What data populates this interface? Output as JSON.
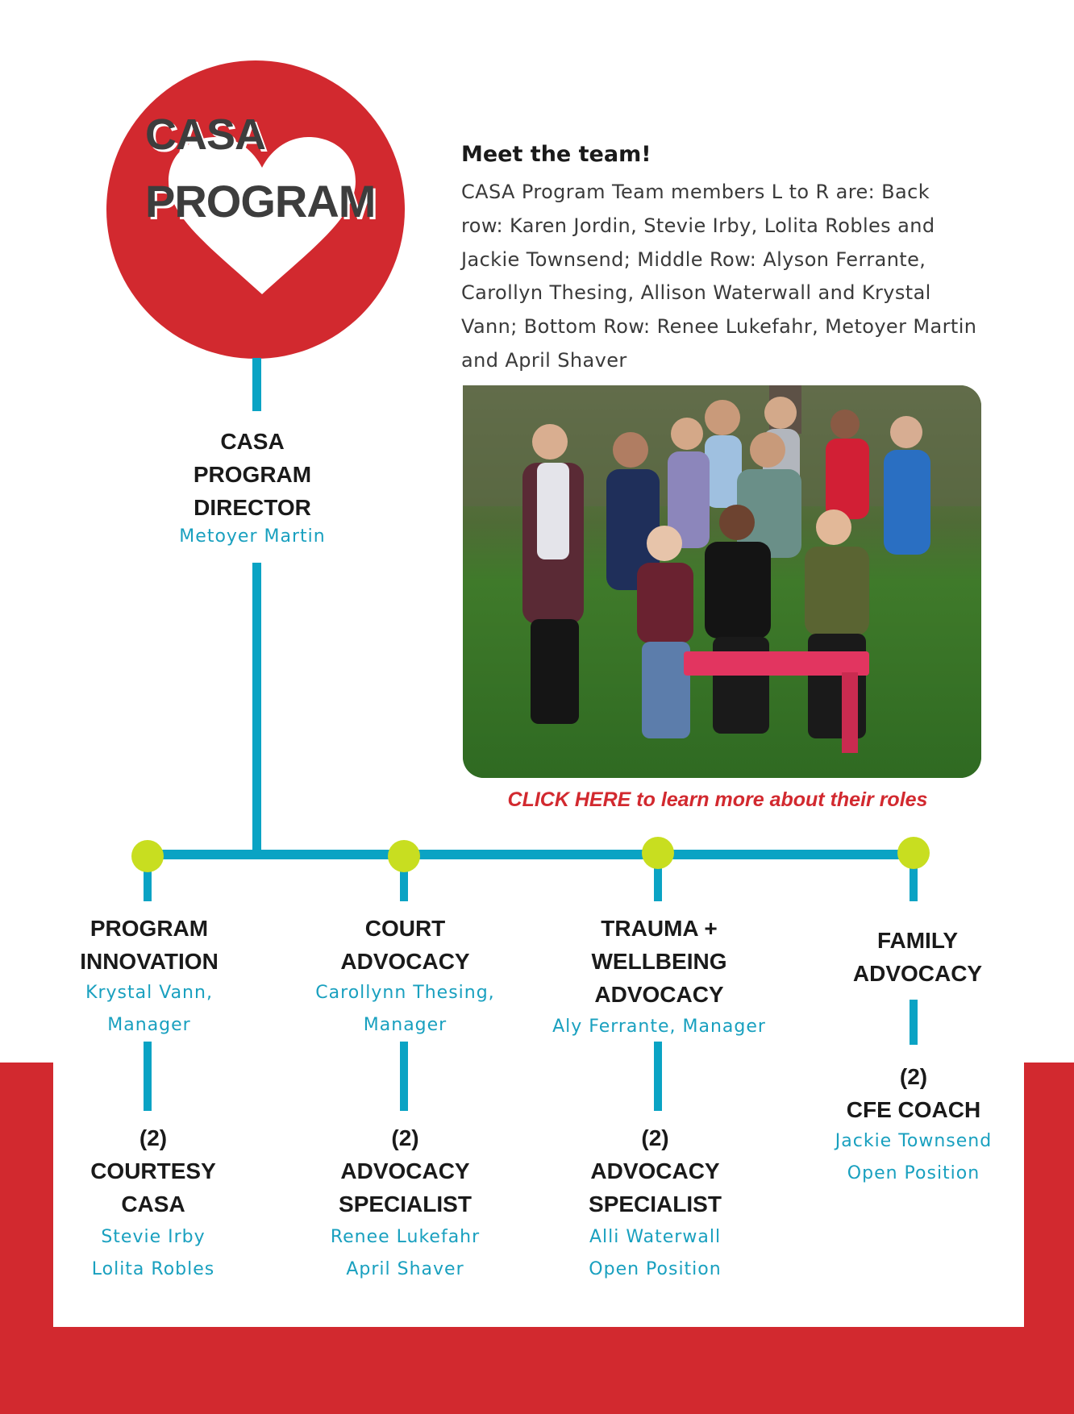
{
  "logo": {
    "line1": "CASA",
    "line2": "PROGRAM",
    "color": "#d2292f"
  },
  "intro": {
    "heading": "Meet the team!",
    "body": "CASA Program Team members L to R are: Back row: Karen Jordin, Stevie Irby, Lolita Robles and Jackie Townsend; Middle Row: Alyson Ferrante, Carollyn Thesing, Allison Waterwall and Krystal Vann; Bottom Row: Renee Lukefahr, Metoyer Martin and April Shaver",
    "link_strong": "CLICK HERE",
    "link_rest": " to learn more about their roles"
  },
  "director": {
    "title_lines": [
      "CASA",
      "PROGRAM",
      "DIRECTOR"
    ],
    "name": "Metoyer Martin"
  },
  "branches": [
    {
      "title_lines": [
        "PROGRAM",
        "INNOVATION"
      ],
      "manager_lines": [
        "Krystal Vann,",
        "Manager"
      ],
      "team": {
        "count": "(2)",
        "title_lines": [
          "COURTESY",
          "CASA"
        ],
        "members": [
          "Stevie Irby",
          "Lolita Robles"
        ]
      }
    },
    {
      "title_lines": [
        "COURT",
        "ADVOCACY"
      ],
      "manager_lines": [
        "Carollynn Thesing,",
        "Manager"
      ],
      "team": {
        "count": "(2)",
        "title_lines": [
          "ADVOCACY",
          "SPECIALIST"
        ],
        "members": [
          "Renee Lukefahr",
          "April Shaver"
        ]
      }
    },
    {
      "title_lines": [
        "TRAUMA +",
        "WELLBEING",
        "ADVOCACY"
      ],
      "manager_lines": [
        "Aly Ferrante, Manager"
      ],
      "team": {
        "count": "(2)",
        "title_lines": [
          "ADVOCACY",
          "SPECIALIST"
        ],
        "members": [
          "Alli Waterwall",
          "Open Position"
        ]
      }
    },
    {
      "title_lines": [
        "FAMILY",
        "ADVOCACY"
      ],
      "manager_lines": [],
      "team": {
        "count": "(2)",
        "title_lines": [
          "CFE COACH"
        ],
        "members": [
          "Jackie Townsend",
          "Open Position"
        ]
      }
    }
  ],
  "colors": {
    "red": "#d2292f",
    "teal": "#0aa3c4",
    "lime": "#c8de20"
  }
}
